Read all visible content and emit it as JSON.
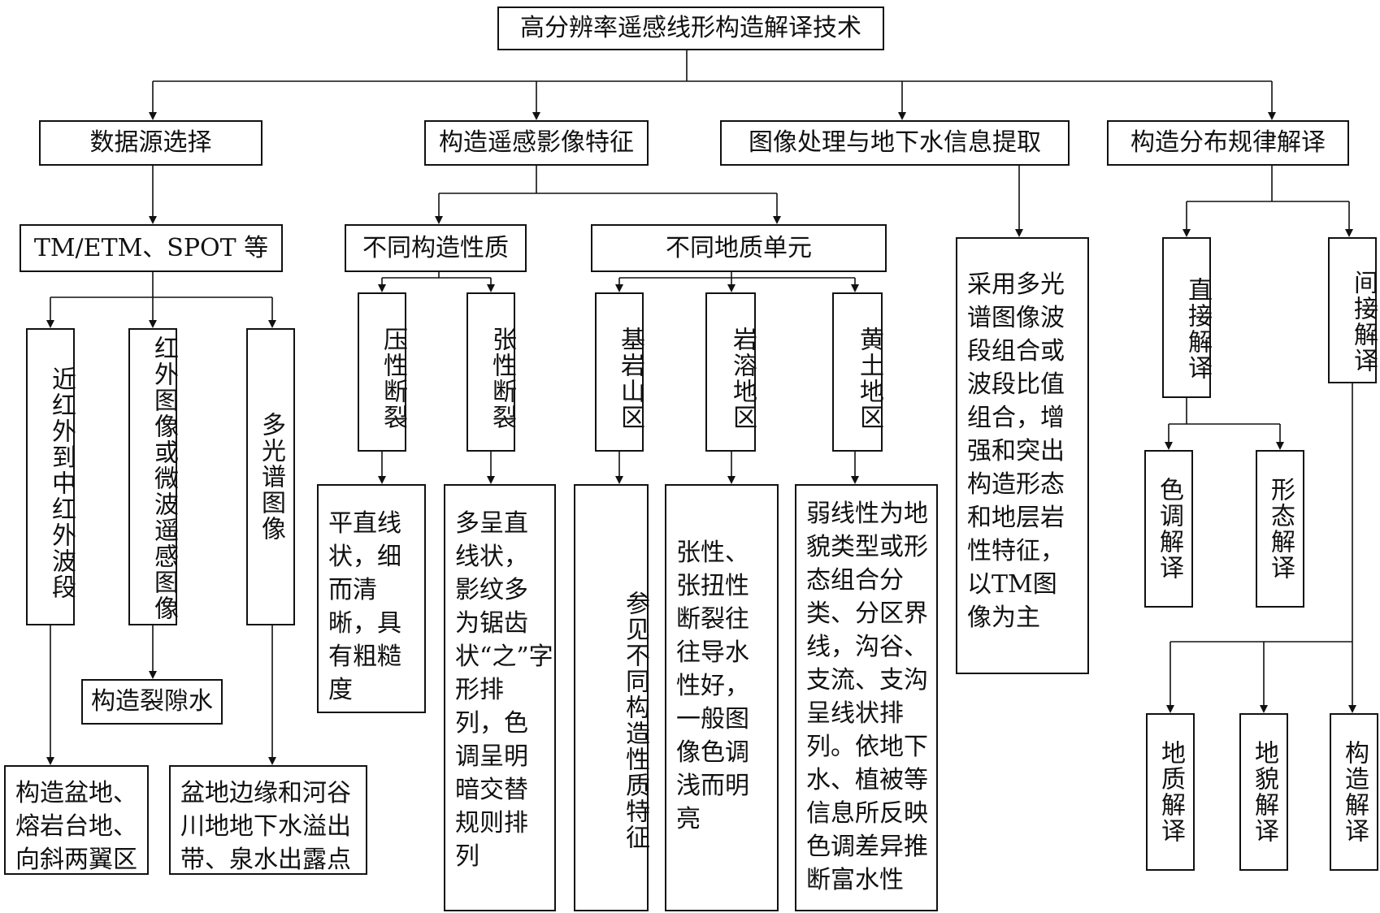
{
  "title": "高分辨率遥感线形构造解译技术",
  "branches": {
    "data_source": "数据源选择",
    "image_features": "构造遥感影像特征",
    "image_processing": "图像处理与地下水信息提取",
    "distribution": "构造分布规律解译"
  },
  "data_source": {
    "sensors": "TM/ETM、SPOT 等",
    "near_mid_ir": "近红外到中红外波段",
    "thermal_microwave": "红外图像或微波遥感图像",
    "multispectral": "多光谱图像",
    "fracture_water": "构造裂隙水",
    "result_basin": "构造盆地、熔岩台地、向斜两翼区",
    "result_spring": "盆地边缘和河谷川地地下水溢出带、泉水出露点"
  },
  "image_features": {
    "structure_nature": "不同构造性质",
    "geo_units": "不同地质单元",
    "compressive": "压性断裂",
    "tensile": "张性断裂",
    "bedrock": "基岩山区",
    "karst": "岩溶地区",
    "loess": "黄土地区",
    "compressive_desc": "平直线状，细而清晰，具有粗糙度",
    "tensile_desc": "多呈直线状，影纹多为锯齿状“之”字形排列，色调呈明暗交替规则排列",
    "bedrock_desc": "参见不同构造性质特征",
    "karst_desc": "张性、张扭性断裂往往导水性好，一般图像色调浅而明亮",
    "loess_desc": "弱线性为地貌类型或形态组合分类、分区界线，沟谷、支流、支沟呈线状排列。依地下水、植被等信息所反映色调差异推断富水性"
  },
  "image_processing": {
    "desc": "采用多光谱图像波段组合或波段比值组合，增强和突出构造形态和地层岩性特征，以TM图像为主"
  },
  "distribution": {
    "direct": "直接解译",
    "indirect": "间接解译",
    "tone": "色调解译",
    "shape": "形态解译",
    "geology": "地质解译",
    "landform": "地貌解译",
    "structure": "构造解译"
  }
}
